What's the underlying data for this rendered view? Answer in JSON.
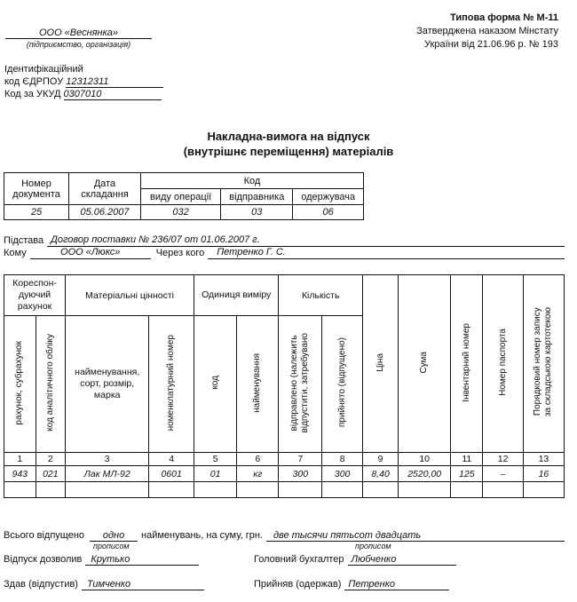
{
  "header": {
    "form_title": "Типова форма № М-11",
    "approved_line1": "Затверджена наказом Мінстату",
    "approved_line2": "України від 21.06.96 р. № 193",
    "org_name": "ООО «Веснянка»",
    "org_caption": "(підприємство, організація)",
    "id_label_line1": "Ідентифікаційний",
    "edrpou_label": "код ЄДРПОУ",
    "edrpou_value": "12312311",
    "ukud_label": "Код за УКУД",
    "ukud_value": "0307010"
  },
  "title": {
    "line1": "Накладна-вимога на відпуск",
    "line2": "(внутрішнє переміщення) матеріалів"
  },
  "doc_table": {
    "h_number": "Номер документа",
    "h_date": "Дата складання",
    "h_code": "Код",
    "h_op": "виду операції",
    "h_sender": "відправника",
    "h_receiver": "одержувача",
    "v_number": "25",
    "v_date": "05.06.2007",
    "v_op": "032",
    "v_sender": "03",
    "v_receiver": "06"
  },
  "basis": {
    "label": "Підстава",
    "value": "Договор поставки № 236/07 от 01.06.2007 г.",
    "to_label": "Кому",
    "to_value": "ООО «Люкс»",
    "via_label": "Через кого",
    "via_value": "Петренко Г. С."
  },
  "main_table": {
    "h_corr": "Кореспон-дуючий рахунок",
    "h_values": "Матеріальні цінності",
    "h_unit": "Одиниця виміру",
    "h_qty": "Кількість",
    "h_price": "Ціна",
    "h_sum": "Сума",
    "h_inventory": "Інвентарний номер",
    "h_passport": "Номер паспорта",
    "h_seq_line1": "Порядковий номер запису",
    "h_seq_line2": "за складською картотекою",
    "h_account": "рахунок, субрахунок",
    "h_analytic": "код аналітичного обліку",
    "h_name": "найменування, сорт, розмір, марка",
    "h_nom": "номенклатурний номер",
    "h_code": "код",
    "h_unit_name": "найменування",
    "h_sent_line1": "відправлено (належить",
    "h_sent_line2": "відпустити, затребувано",
    "h_accepted": "прийнято (відпущено)",
    "col_numbers": [
      "1",
      "2",
      "3",
      "4",
      "5",
      "6",
      "7",
      "8",
      "9",
      "10",
      "11",
      "12",
      "13"
    ],
    "row": [
      "943",
      "021",
      "Лак МЛ-92",
      "0601",
      "01",
      "кг",
      "300",
      "300",
      "8,40",
      "2520,00",
      "125",
      "–",
      "16"
    ]
  },
  "footer": {
    "total_label": "Всього відпущено",
    "total_count": "одно",
    "total_mid": "найменувань, на суму, грн.",
    "total_sum": "две тысячи пятьсот двадцать",
    "caption_words": "прописом",
    "release_label": "Відпуск дозволив",
    "release_value": "Крутько",
    "chief_label": "Головний бухгалтер",
    "chief_value": "Любченко",
    "handed_label": "Здав (відпустив)",
    "handed_value": "Тимченко",
    "received_label": "Прийняв (одержав)",
    "received_value": "Петренко"
  }
}
